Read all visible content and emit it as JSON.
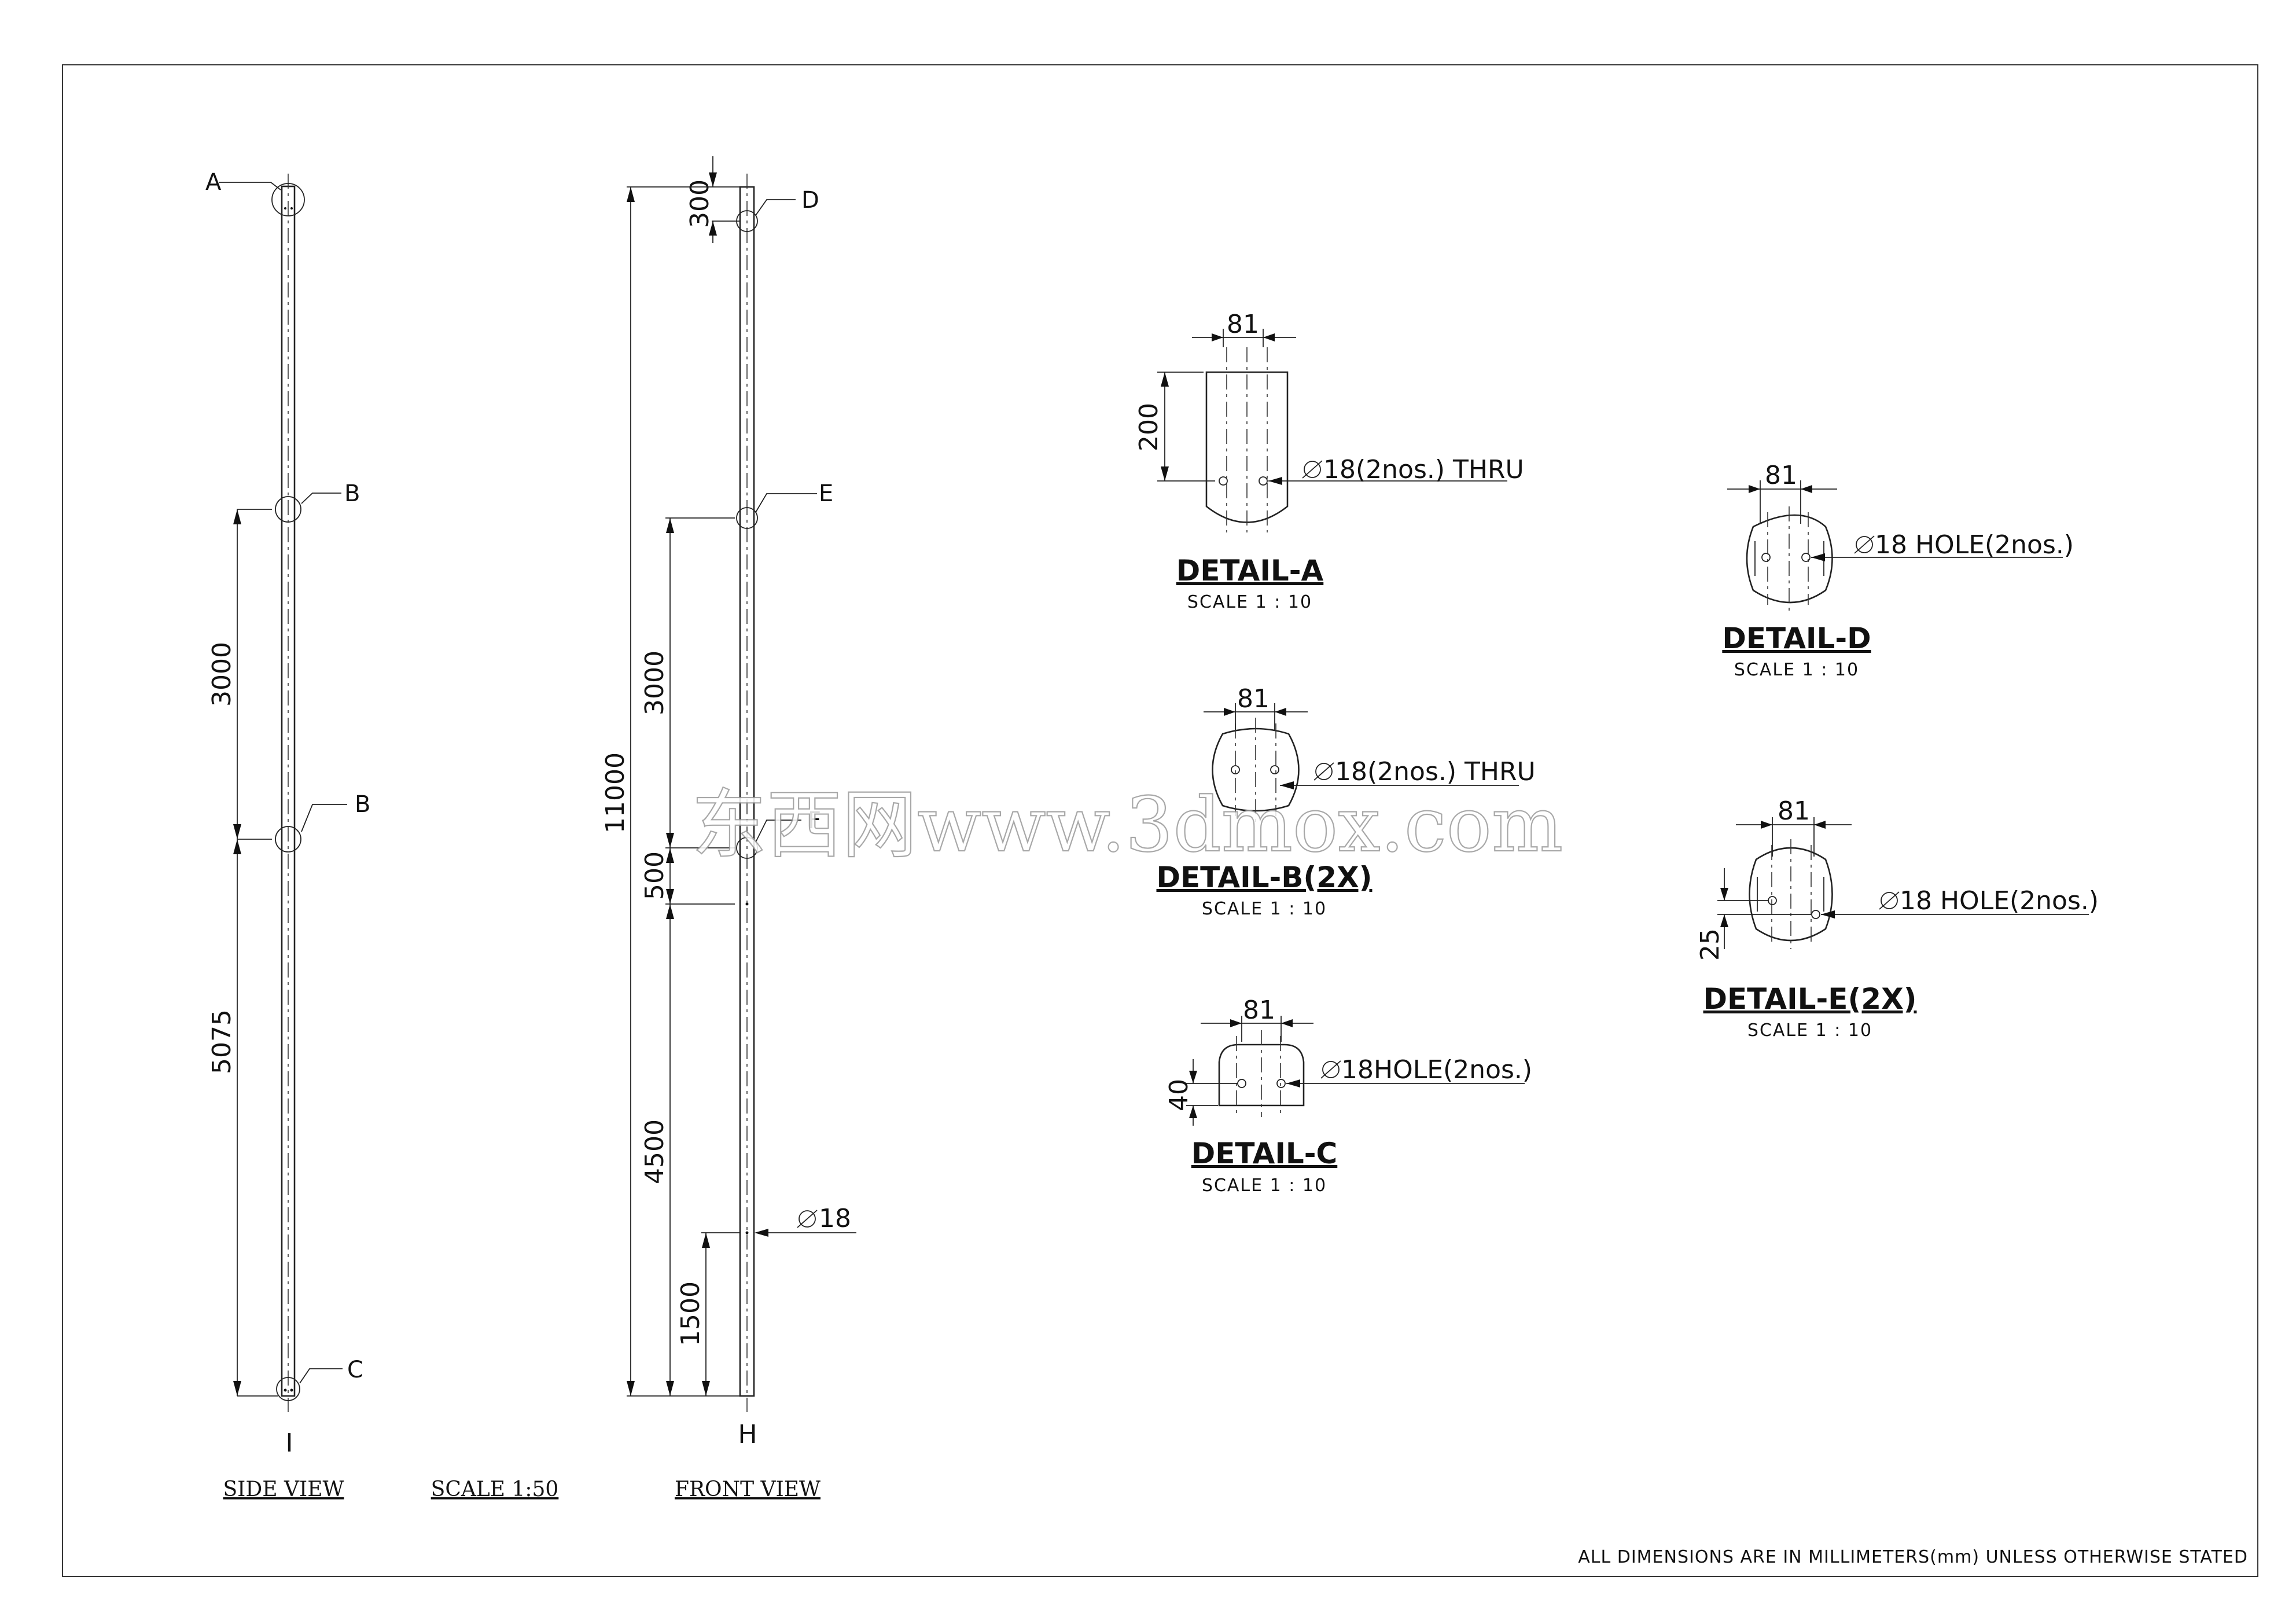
{
  "views": {
    "side_title": "SIDE VIEW",
    "scale_title": "SCALE 1:50",
    "front_title": "FRONT VIEW",
    "side_section_mark": "I",
    "front_section_mark": "H"
  },
  "side_view": {
    "callouts": [
      "A",
      "B",
      "B",
      "C"
    ],
    "dims": [
      "3000",
      "5075"
    ]
  },
  "front_view": {
    "callouts": [
      "D",
      "E",
      "F"
    ],
    "dims": [
      "300",
      "11000",
      "3000",
      "500",
      "4500",
      "1500"
    ],
    "hole_note": "18"
  },
  "details": {
    "a": {
      "title": "DETAIL-A",
      "scale": "SCALE 1 : 10",
      "width": "81",
      "height": "200",
      "note": "18(2nos.) THRU"
    },
    "b": {
      "title": "DETAIL-B(2X)",
      "scale": "SCALE 1 : 10",
      "width": "81",
      "note": "18(2nos.) THRU"
    },
    "c": {
      "title": "DETAIL-C",
      "scale": "SCALE 1 : 10",
      "width": "81",
      "height": "40",
      "note": "18HOLE(2nos.)"
    },
    "d": {
      "title": "DETAIL-D",
      "scale": "SCALE 1 : 10",
      "width": "81",
      "note": "18 HOLE(2nos.)"
    },
    "e": {
      "title": "DETAIL-E(2X)",
      "scale": "SCALE 1 : 10",
      "width": "81",
      "height": "25",
      "note": "18 HOLE(2nos.)"
    }
  },
  "footer_note": "ALL DIMENSIONS ARE IN MILLIMETERS(mm) UNLESS OTHERWISE STATED",
  "watermark": "东西网www.3dmox.com"
}
